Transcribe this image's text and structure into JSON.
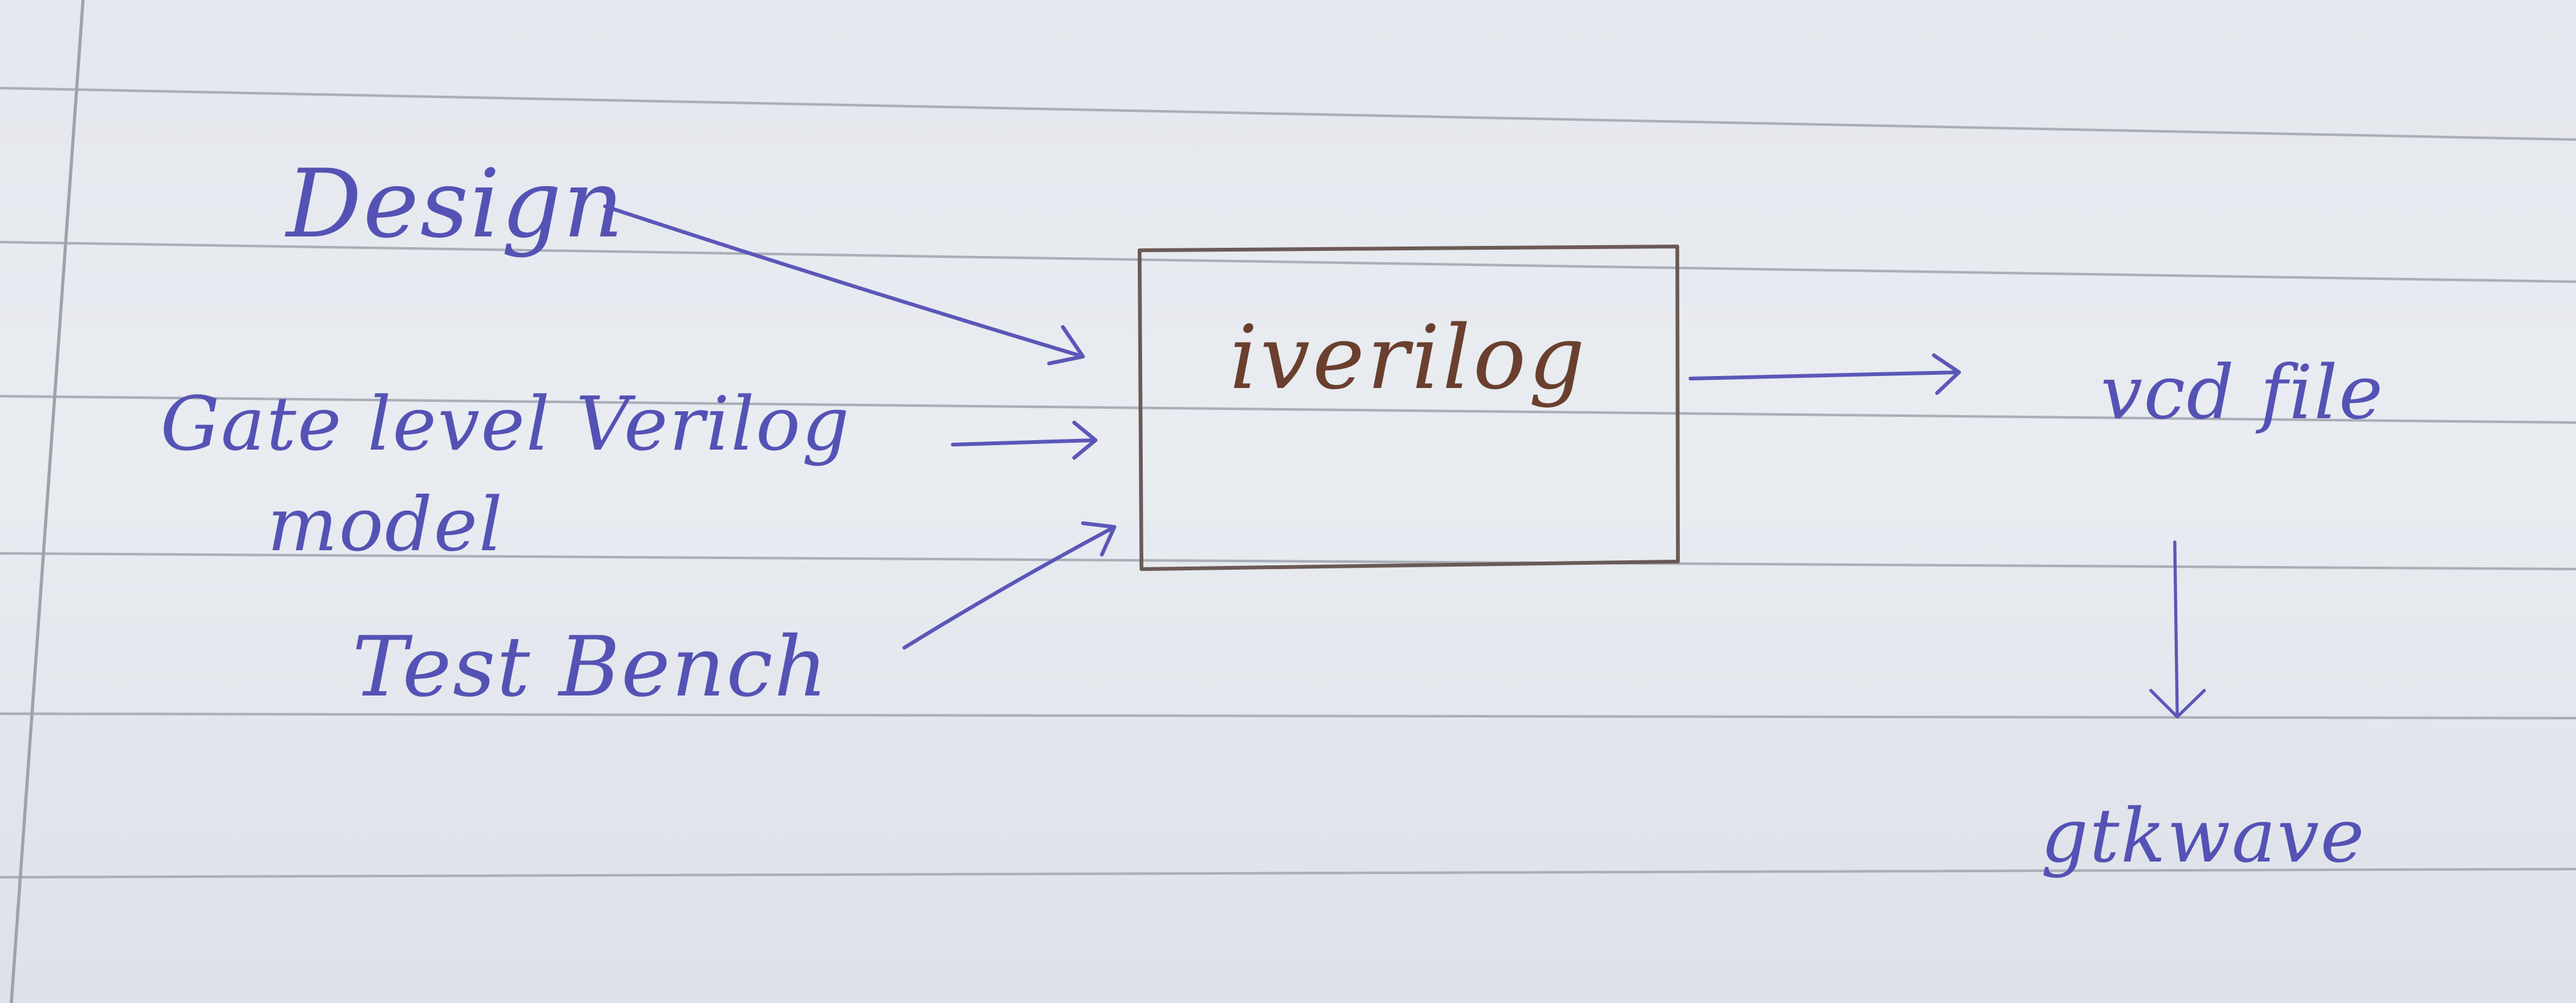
{
  "diagram": {
    "inputs": [
      {
        "id": "design",
        "text": "Design"
      },
      {
        "id": "gate_level_model",
        "text": "Gate level Verilog model",
        "lines": [
          "Gate level Verilog",
          "model"
        ]
      },
      {
        "id": "test_bench",
        "text": "Test Bench"
      }
    ],
    "process": {
      "id": "iverilog",
      "text": "iverilog"
    },
    "outputs": [
      {
        "id": "vcd_file",
        "text": "vcd file"
      },
      {
        "id": "gtkwave",
        "text": "gtkwave"
      }
    ],
    "edges": [
      {
        "from": "design",
        "to": "iverilog"
      },
      {
        "from": "gate_level_model",
        "to": "iverilog"
      },
      {
        "from": "test_bench",
        "to": "iverilog"
      },
      {
        "from": "iverilog",
        "to": "vcd_file"
      },
      {
        "from": "vcd_file",
        "to": "gtkwave"
      }
    ]
  },
  "colors": {
    "blue_ink": "#5552b5",
    "brown_ink": "#6a3f2e",
    "box_ink": "#6b5a56",
    "paper": "#e6e9ee",
    "rule_lines": "#a9aeb8"
  }
}
